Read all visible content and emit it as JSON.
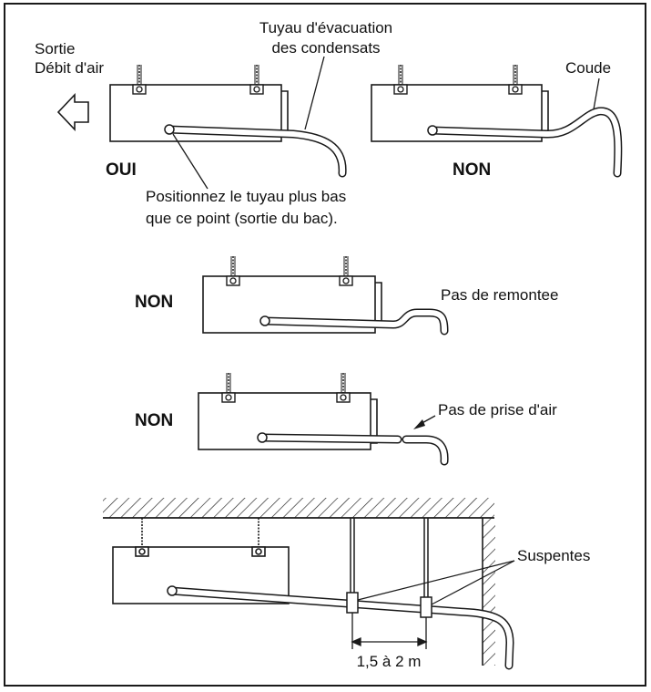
{
  "colors": {
    "line": "#1a1a1a",
    "background": "#ffffff"
  },
  "top_left": {
    "outlet_line1": "Sortie",
    "outlet_line2": "Débit d'air",
    "hose_line1": "Tuyau d'évacuation",
    "hose_line2": "des condensats",
    "verdict": "OUI",
    "note_line1": "Positionnez le tuyau plus bas",
    "note_line2": "que ce point (sortie du bac).",
    "outlet_arrow_icon": "left-arrow-icon"
  },
  "top_right": {
    "verdict": "NON",
    "label": "Coude"
  },
  "middle": {
    "verdict": "NON",
    "label": "Pas de remontee"
  },
  "lower": {
    "verdict": "NON",
    "label": "Pas de prise d'air"
  },
  "bottom": {
    "label": "Suspentes",
    "spacing": "1,5 à 2 m"
  }
}
